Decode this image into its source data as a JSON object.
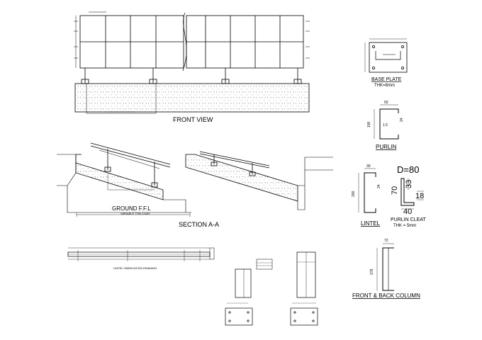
{
  "labels": {
    "front_view": "FRONT VIEW",
    "section_aa": "SECTION A-A",
    "ground_ffl": "GROUND F.F.L",
    "variable": "VARIABLE 7200-11600",
    "base_plate": "BASE PLATE",
    "base_plate_thk": "THK=8mm",
    "purlin": "PURLIN",
    "lintel": "LINTEL",
    "purlin_cleat": "PURLIN CLEAT",
    "purlin_cleat_thk": "THK = 5mm",
    "front_back_column": "FRONT & BACK COLUMN",
    "lintel_fab": "LINTEL FABRICATION DRAWING",
    "d80": "D=80"
  },
  "dims": {
    "purlin_w": "50",
    "purlin_h": "100",
    "purlin_t": "1.5",
    "purlin_lip": "24",
    "lintel_w": "30",
    "lintel_h": "200",
    "lintel_lip": "24",
    "cleat_70": "70",
    "cleat_33": "33",
    "cleat_18": "18",
    "cleat_40": "40",
    "column_w": "72",
    "column_h": "278"
  },
  "colors": {
    "line": "#000000",
    "paper": "#ffffff",
    "hatch": "#666666"
  }
}
